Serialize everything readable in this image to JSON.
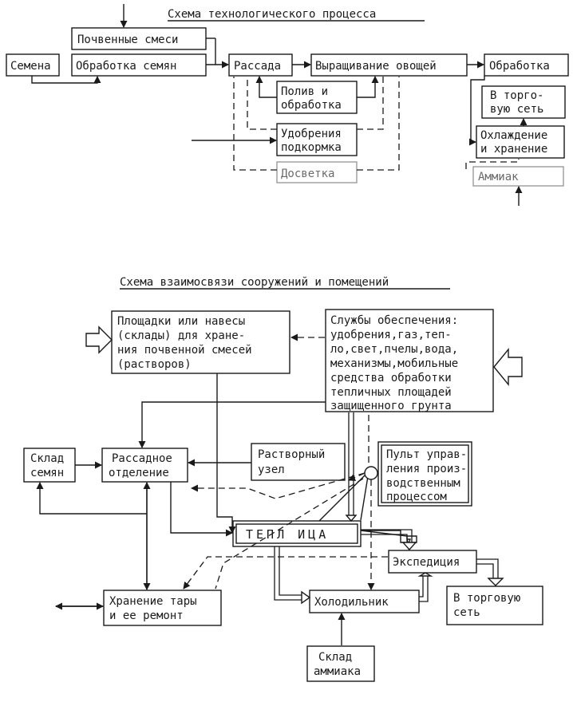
{
  "diagram1": {
    "title": "Схема технологического процесса",
    "soil_mix": "Почвенные смеси",
    "seeds": "Семена",
    "seed_treatment": "Обработка семян",
    "seedlings": "Рассада",
    "growing": "Выращивание овощей",
    "processing": "Обработка",
    "watering": [
      "Полив и",
      "обработка"
    ],
    "fertilizers": [
      "Удобрения",
      "подкормка"
    ],
    "lighting": "Досветка",
    "to_trade": [
      "В торго-",
      "вую сеть"
    ],
    "cooling": [
      "Охлаждение",
      "и хранение"
    ],
    "ammonia": "Аммиак"
  },
  "diagram2": {
    "title": "Схема взаимосвязи сооружений и помещений",
    "sites": [
      "Площадки или навесы",
      "(склады) для хране-",
      "ния почвенной смесей",
      "(растворов)"
    ],
    "services": [
      "Службы обеспечения:",
      "удобрения,газ,теп-",
      "ло,свет,пчелы,вода,",
      "механизмы,мобильные",
      "средства обработки",
      "тепличных площадей",
      "защищенного грунта"
    ],
    "seed_store": [
      "Склад",
      "семян"
    ],
    "seedling_dept": [
      "Рассадное",
      "отделение"
    ],
    "solution_unit": [
      "Растворный",
      "узел"
    ],
    "control_panel": [
      "Пульт управ-",
      "ления произ-",
      "водственным",
      "процессом"
    ],
    "greenhouse": "ТЕПЛ ИЦА",
    "expedition": "Экспедиция",
    "container_storage": [
      "Хранение тары",
      "и ее ремонт"
    ],
    "refrigerator": "Холодильник",
    "to_trade": [
      "В торговую",
      "сеть"
    ],
    "ammonia_store": [
      "Склад",
      "аммиака"
    ]
  },
  "colors": {
    "ink": "#1a1a1a",
    "faint": "#8a8a8a",
    "paper": "#ffffff"
  }
}
